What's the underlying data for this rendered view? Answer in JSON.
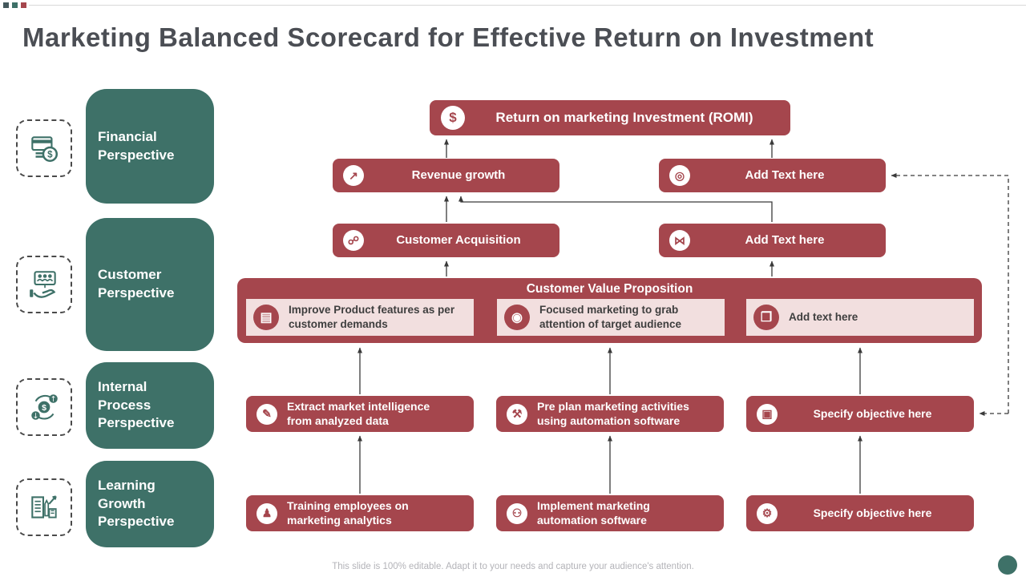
{
  "slide": {
    "title": "Marketing Balanced Scorecard for Effective Return on Investment",
    "footer": "This slide is 100% editable. Adapt it to your needs and capture your audience's attention."
  },
  "colors": {
    "maroon": "#A5464D",
    "teal": "#3E7168",
    "light_pink": "#F2DFDF",
    "title_gray": "#4B4E54",
    "connector": "#3a3a3a"
  },
  "perspectives": [
    {
      "label": "Financial Perspective",
      "icon": "money-card-icon"
    },
    {
      "label": "Customer Perspective",
      "icon": "customer-care-icon"
    },
    {
      "label": "Internal Process Perspective",
      "icon": "money-cycle-icon"
    },
    {
      "label": "Learning Growth Perspective",
      "icon": "learning-growth-icon"
    }
  ],
  "flow": {
    "romi": {
      "label": "Return on marketing Investment (ROMI)",
      "glyph": "$"
    },
    "row2": [
      {
        "label": "Revenue growth",
        "glyph": "↗"
      },
      {
        "label": "Add Text here",
        "glyph": "◎"
      }
    ],
    "row3": [
      {
        "label": "Customer Acquisition",
        "glyph": "☍"
      },
      {
        "label": "Add Text here",
        "glyph": "⋈"
      }
    ],
    "cvp": {
      "title": "Customer Value Proposition",
      "items": [
        {
          "label": "Improve Product features as per customer demands",
          "glyph": "▤"
        },
        {
          "label": "Focused marketing to grab attention of target audience",
          "glyph": "◉"
        },
        {
          "label": "Add text here",
          "glyph": "❐"
        }
      ]
    },
    "row4": [
      {
        "label": "Extract market intelligence from analyzed data",
        "glyph": "✎"
      },
      {
        "label": "Pre plan marketing activities using automation software",
        "glyph": "⚒"
      },
      {
        "label": "Specify objective here",
        "glyph": "▣"
      }
    ],
    "row5": [
      {
        "label": "Training employees on marketing analytics",
        "glyph": "♟"
      },
      {
        "label": "Implement marketing automation software",
        "glyph": "⚇"
      },
      {
        "label": "Specify objective here",
        "glyph": "⚙"
      }
    ]
  }
}
